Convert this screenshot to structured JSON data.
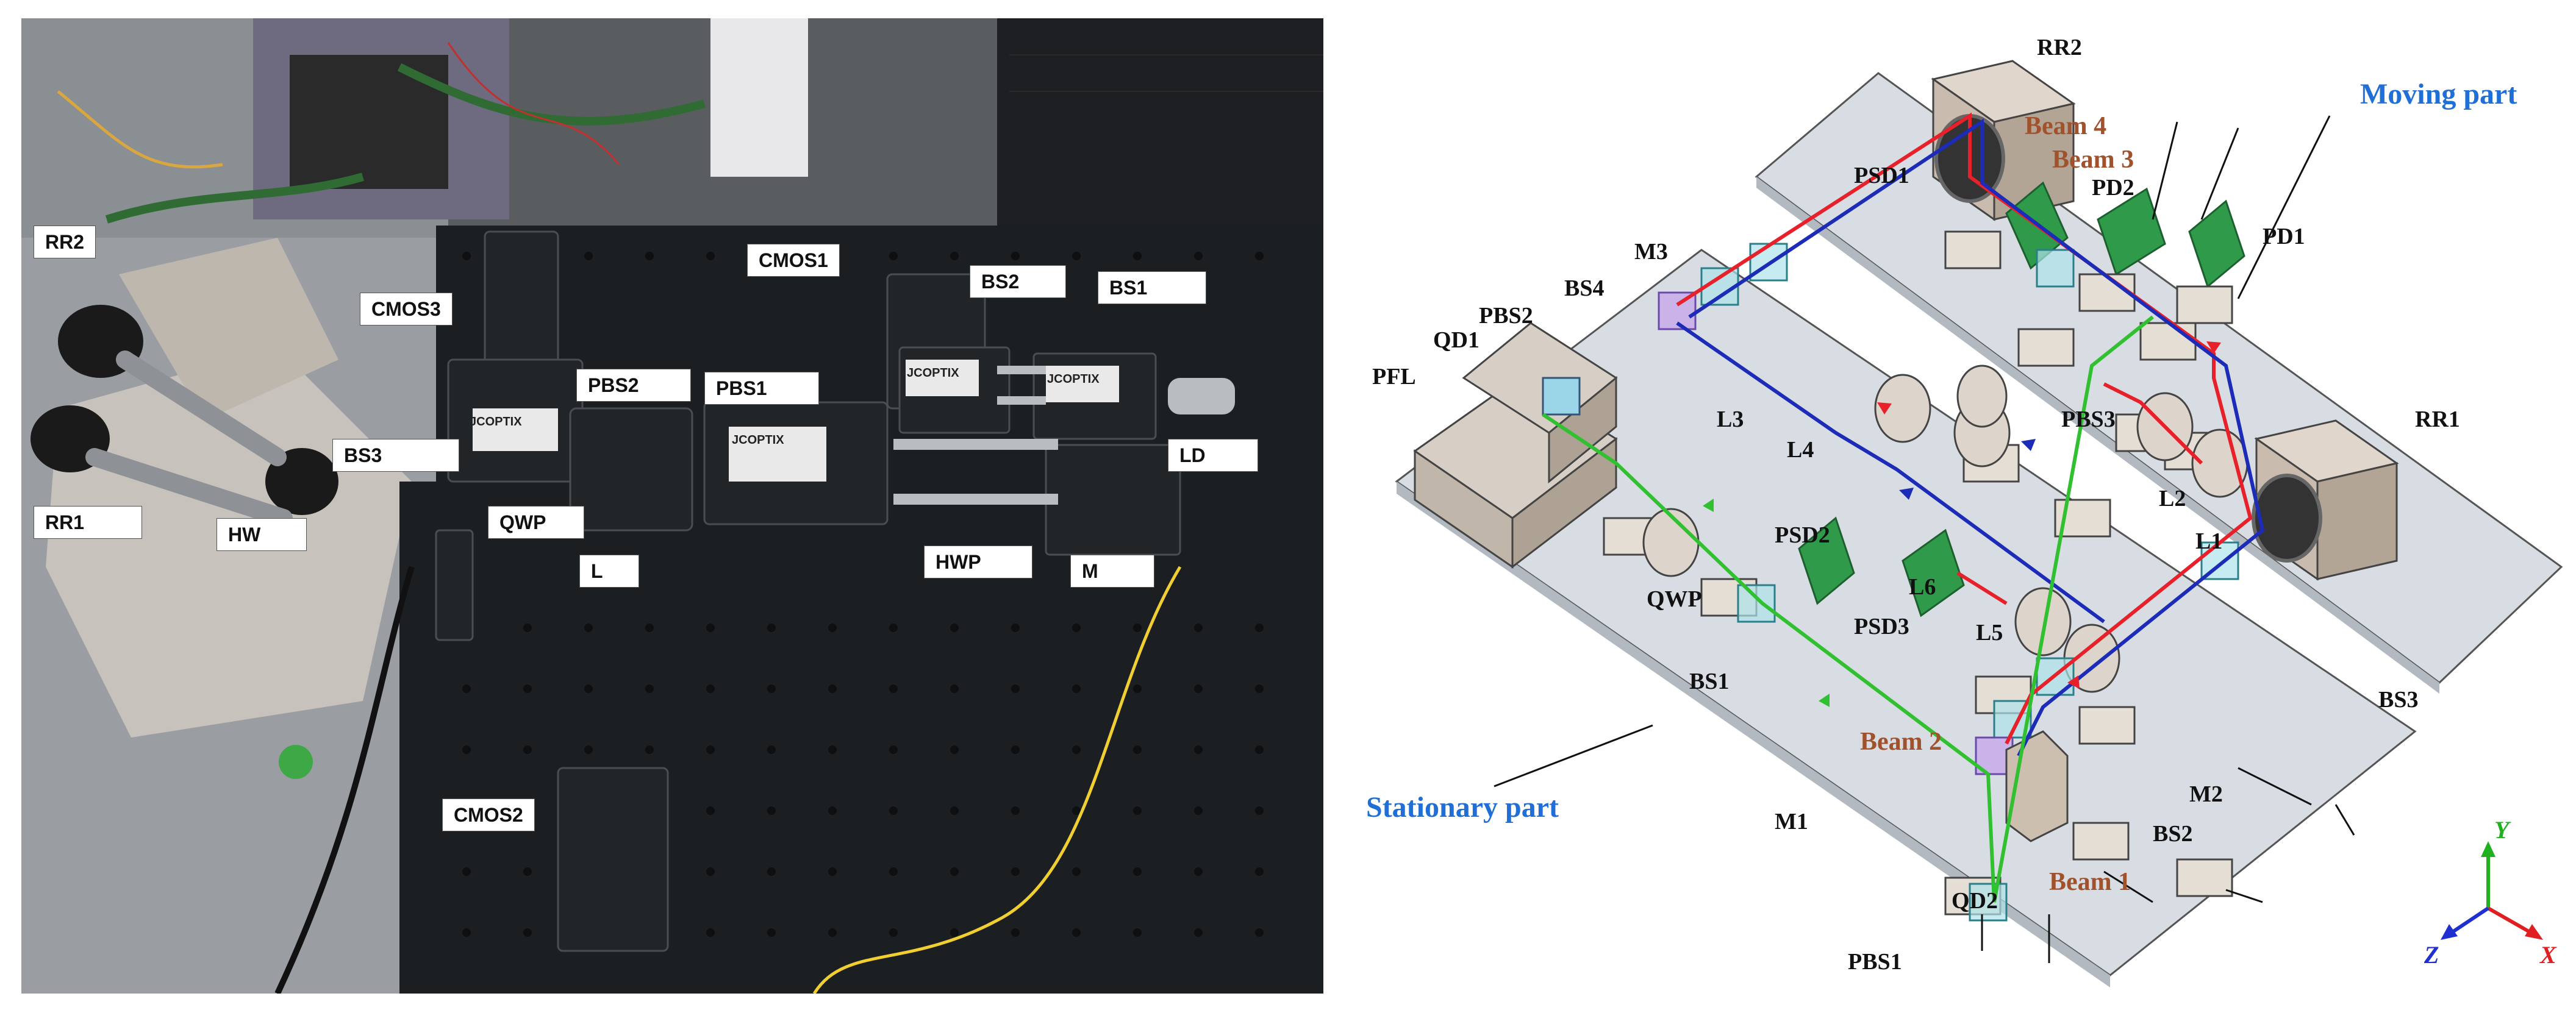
{
  "photo": {
    "labels": {
      "rr2": "RR2",
      "cmos3": "CMOS3",
      "cmos1": "CMOS1",
      "bs2": "BS2",
      "bs1": "BS1",
      "pbs2": "PBS2",
      "pbs1": "PBS1",
      "bs3": "BS3",
      "ld": "LD",
      "rr1": "RR1",
      "hw": "HW",
      "qwp": "QWP",
      "l": "L",
      "hwp": "HWP",
      "m": "M",
      "cmos2": "CMOS2"
    },
    "brand": "JCOPTIX"
  },
  "diagram": {
    "labels": {
      "rr2": "RR2",
      "rr1": "RR1",
      "moving_part": "Moving part",
      "stationary_part": "Stationary part",
      "beam4": "Beam 4",
      "beam3": "Beam 3",
      "beam2": "Beam 2",
      "beam1": "Beam 1",
      "psd1": "PSD1",
      "pd2": "PD2",
      "pd1": "PD1",
      "m3": "M3",
      "bs4": "BS4",
      "pbs2": "PBS2",
      "qd1": "QD1",
      "pfl": "PFL",
      "l3": "L3",
      "l4": "L4",
      "pbs3": "PBS3",
      "l2": "L2",
      "l1": "L1",
      "psd2": "PSD2",
      "l6": "L6",
      "l5": "L5",
      "psd3": "PSD3",
      "qwp": "QWP",
      "bs1": "BS1",
      "bs3": "BS3",
      "m2": "M2",
      "bs2": "BS2",
      "qd2": "QD2",
      "m1": "M1",
      "pbs1": "PBS1"
    },
    "axes": {
      "x": "X",
      "y": "Y",
      "z": "Z"
    },
    "colors": {
      "beam_label": "#a0522d",
      "part_label": "#1f6fd6",
      "red_beam": "#e8202a",
      "blue_beam": "#1c2cb8",
      "green_beam": "#30c030",
      "plate": "#d8dde3",
      "axis_x": "#e02020",
      "axis_y": "#20b020",
      "axis_z": "#2030d0"
    }
  }
}
